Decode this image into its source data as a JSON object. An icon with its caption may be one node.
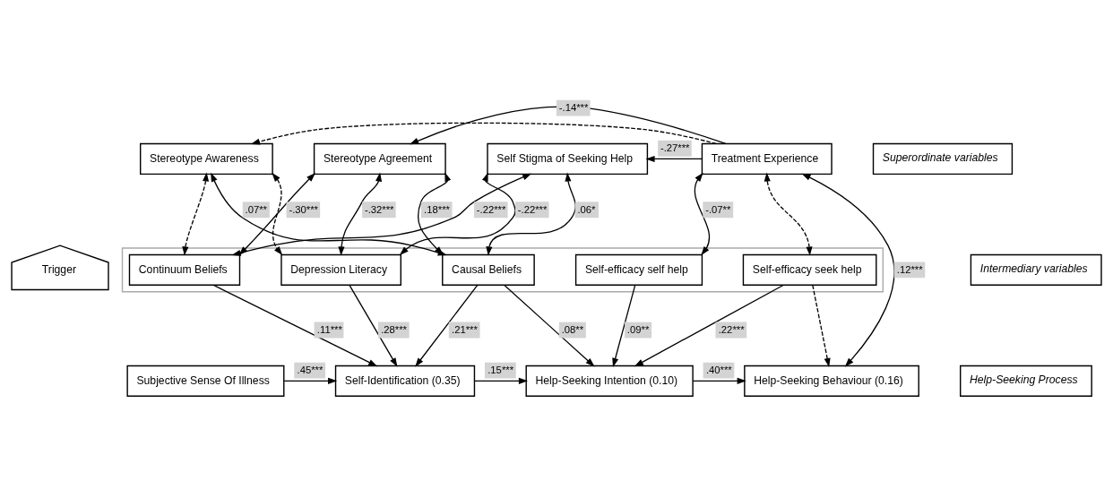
{
  "diagram": {
    "nodes": [
      {
        "text": [
          "Stereotype Awareness"
        ]
      },
      {
        "text": [
          "Stereotype Agreement"
        ]
      },
      {
        "text": [
          "Self Stigma of Seeking Help"
        ]
      },
      {
        "text": [
          "Treatment Experience"
        ]
      },
      {
        "text": [
          "Superordinate variables"
        ]
      },
      {
        "text": [],
        "shape": "box"
      },
      {
        "text": [
          "Continuum Beliefs"
        ],
        "in": 5
      },
      {
        "text": [
          "Depression Literacy"
        ],
        "in": 5
      },
      {
        "text": [
          "Causal Beliefs"
        ],
        "in": 5
      },
      {
        "text": [
          "Self-efficacy self help"
        ],
        "in": 5
      },
      {
        "text": [
          "Self-efficacy seek help"
        ],
        "in": 5
      },
      {
        "text": [
          "Intermediary variables"
        ]
      },
      {
        "text": [
          "Trigger"
        ]
      },
      {
        "text": [
          "Subjective Sense Of Illness"
        ]
      },
      {
        "text": [
          "Self-Identification (0.35)"
        ]
      },
      {
        "text": [
          "Help-Seeking Intention (0.10)"
        ]
      },
      {
        "text": [
          "Help-Seeking Behaviour (0.16)"
        ]
      },
      {
        "text": [
          "Help-Seeking Process"
        ]
      }
    ],
    "edges": [
      {
        "from": 3,
        "to": 0,
        "arrow": "to",
        "style": "dashed"
      },
      {
        "from": 3,
        "to": 1,
        "arrow": "to",
        "label": "-.14***"
      },
      {
        "from": 3,
        "to": 2,
        "arrow": "to",
        "label": "-.27***"
      },
      {
        "from": 3,
        "to": 16,
        "arrow": "both",
        "label": ".12***"
      },
      {
        "from": 0,
        "to": 6,
        "arrow": "both",
        "style": "dashed"
      },
      {
        "from": 0,
        "to": 7,
        "arrow": "both",
        "style": "dashed"
      },
      {
        "from": 0,
        "to": 8,
        "arrow": "both",
        "label": ".07**"
      },
      {
        "from": 1,
        "to": 6,
        "arrow": "both",
        "label": "-.30***"
      },
      {
        "from": 1,
        "to": 7,
        "arrow": "both",
        "label": "-.32***"
      },
      {
        "from": 1,
        "to": 8,
        "arrow": "both",
        "label": ".18***"
      },
      {
        "from": 2,
        "to": 6,
        "arrow": "both",
        "label": "-.22***"
      },
      {
        "from": 2,
        "to": 7,
        "arrow": "both",
        "label": "-.22***"
      },
      {
        "from": 2,
        "to": 8,
        "arrow": "both",
        "label": ".06*"
      },
      {
        "from": 3,
        "to": 9,
        "arrow": "both",
        "label": "-.07**"
      },
      {
        "from": 3,
        "to": 10,
        "arrow": "both",
        "style": "dashed"
      },
      {
        "from": 6,
        "to": 14,
        "arrow": "to",
        "label": ".11***"
      },
      {
        "from": 7,
        "to": 14,
        "arrow": "to",
        "label": ".28***"
      },
      {
        "from": 8,
        "to": 14,
        "arrow": "to",
        "label": ".21***"
      },
      {
        "from": 8,
        "to": 15,
        "arrow": "to",
        "label": ".08**"
      },
      {
        "from": 9,
        "to": 15,
        "arrow": "to",
        "label": ".09**"
      },
      {
        "from": 10,
        "to": 15,
        "arrow": "to",
        "label": ".22***"
      },
      {
        "from": 10,
        "to": 16,
        "arrow": "to",
        "style": "dashed"
      },
      {
        "from": 13,
        "to": 14,
        "arrow": "to",
        "label": ".45***"
      },
      {
        "from": 14,
        "to": 15,
        "arrow": "to",
        "label": ".15***"
      },
      {
        "from": 15,
        "to": 16,
        "arrow": "to",
        "label": ".40***"
      }
    ]
  }
}
